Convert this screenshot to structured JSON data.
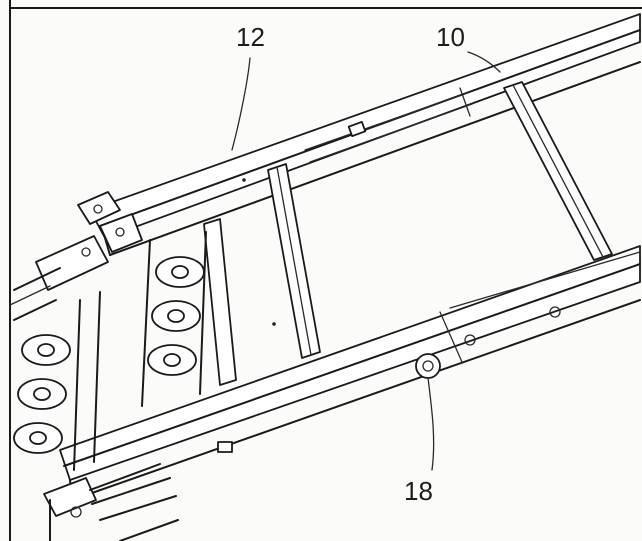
{
  "figure": {
    "callouts": [
      {
        "id": "c12",
        "text": "12"
      },
      {
        "id": "c10",
        "text": "10"
      },
      {
        "id": "c18",
        "text": "18"
      }
    ]
  }
}
